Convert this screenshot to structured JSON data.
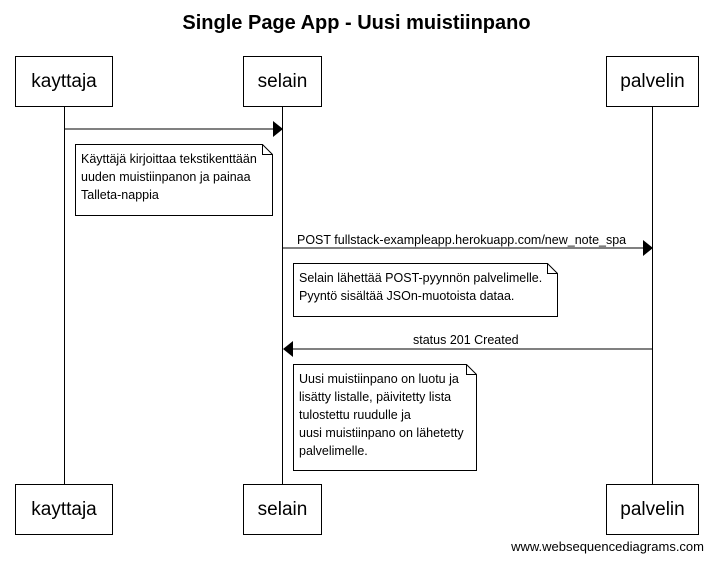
{
  "title": "Single Page App - Uusi muistiinpano",
  "participants": [
    "kayttaja",
    "selain",
    "palvelin"
  ],
  "messages": [
    {
      "from": "kayttaja",
      "to": "selain",
      "label": ""
    },
    {
      "from": "selain",
      "to": "palvelin",
      "label": "POST fullstack-exampleapp.herokuapp.com/new_note_spa"
    },
    {
      "from": "palvelin",
      "to": "selain",
      "label": "status 201 Created"
    }
  ],
  "notes": [
    {
      "lines": [
        "Käyttäjä kirjoittaa tekstikenttään",
        "uuden muistiinpanon ja painaa",
        "Talleta-nappia"
      ]
    },
    {
      "lines": [
        "Selain lähettää POST-pyynnön palvelimelle.",
        "Pyyntö sisältää JSOn-muotoista dataa."
      ]
    },
    {
      "lines": [
        "Uusi muistiinpano on luotu ja",
        "lisätty listalle, päivitetty lista",
        "tulostettu ruudulle ja",
        "uusi muistiinpano on lähetetty",
        "palvelimelle."
      ]
    }
  ],
  "footer": "www.websequencediagrams.com",
  "colors": {
    "line": "#000000",
    "background": "#ffffff"
  }
}
